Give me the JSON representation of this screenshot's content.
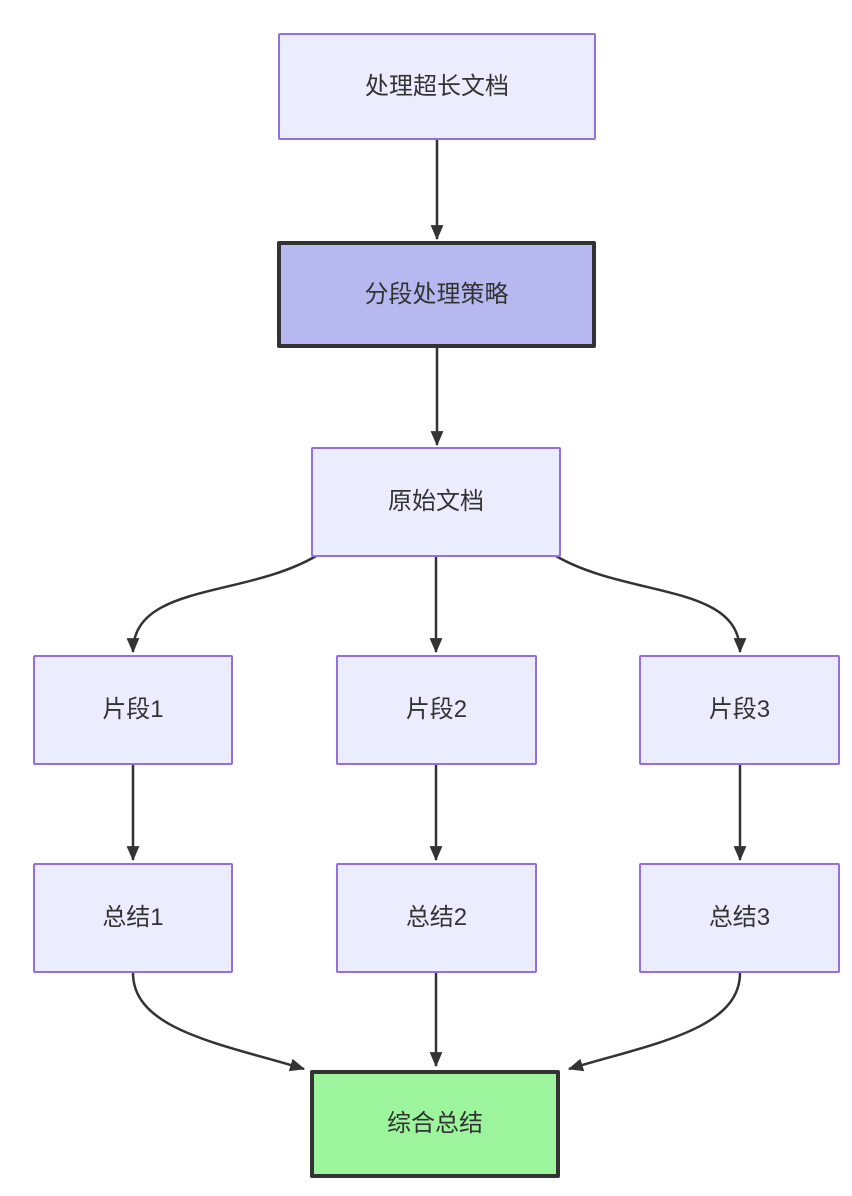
{
  "diagram": {
    "type": "flowchart",
    "direction": "top-down",
    "colors": {
      "background": "#ffffff",
      "node_fill": "#ececff",
      "node_border": "#9370db",
      "highlight_fill": "#b8b8f0",
      "highlight_border": "#333333",
      "result_fill": "#9cf59c",
      "result_border": "#333333",
      "edge": "#333333",
      "text": "#333333"
    }
  },
  "nodes": [
    {
      "id": "A",
      "label": "处理超长文档",
      "style": "default"
    },
    {
      "id": "B",
      "label": "分段处理策略",
      "style": "highlight"
    },
    {
      "id": "C",
      "label": "原始文档",
      "style": "default"
    },
    {
      "id": "D1",
      "label": "片段1",
      "style": "default"
    },
    {
      "id": "D2",
      "label": "片段2",
      "style": "default"
    },
    {
      "id": "D3",
      "label": "片段3",
      "style": "default"
    },
    {
      "id": "E1",
      "label": "总结1",
      "style": "default"
    },
    {
      "id": "E2",
      "label": "总结2",
      "style": "default"
    },
    {
      "id": "E3",
      "label": "总结3",
      "style": "default"
    },
    {
      "id": "F",
      "label": "综合总结",
      "style": "result"
    }
  ],
  "edges": [
    {
      "from": "处理超长文档",
      "to": "分段处理策略"
    },
    {
      "from": "分段处理策略",
      "to": "原始文档"
    },
    {
      "from": "原始文档",
      "to": "片段1"
    },
    {
      "from": "原始文档",
      "to": "片段2"
    },
    {
      "from": "原始文档",
      "to": "片段3"
    },
    {
      "from": "片段1",
      "to": "总结1"
    },
    {
      "from": "片段2",
      "to": "总结2"
    },
    {
      "from": "片段3",
      "to": "总结3"
    },
    {
      "from": "总结1",
      "to": "综合总结"
    },
    {
      "from": "总结2",
      "to": "综合总结"
    },
    {
      "from": "总结3",
      "to": "综合总结"
    }
  ]
}
